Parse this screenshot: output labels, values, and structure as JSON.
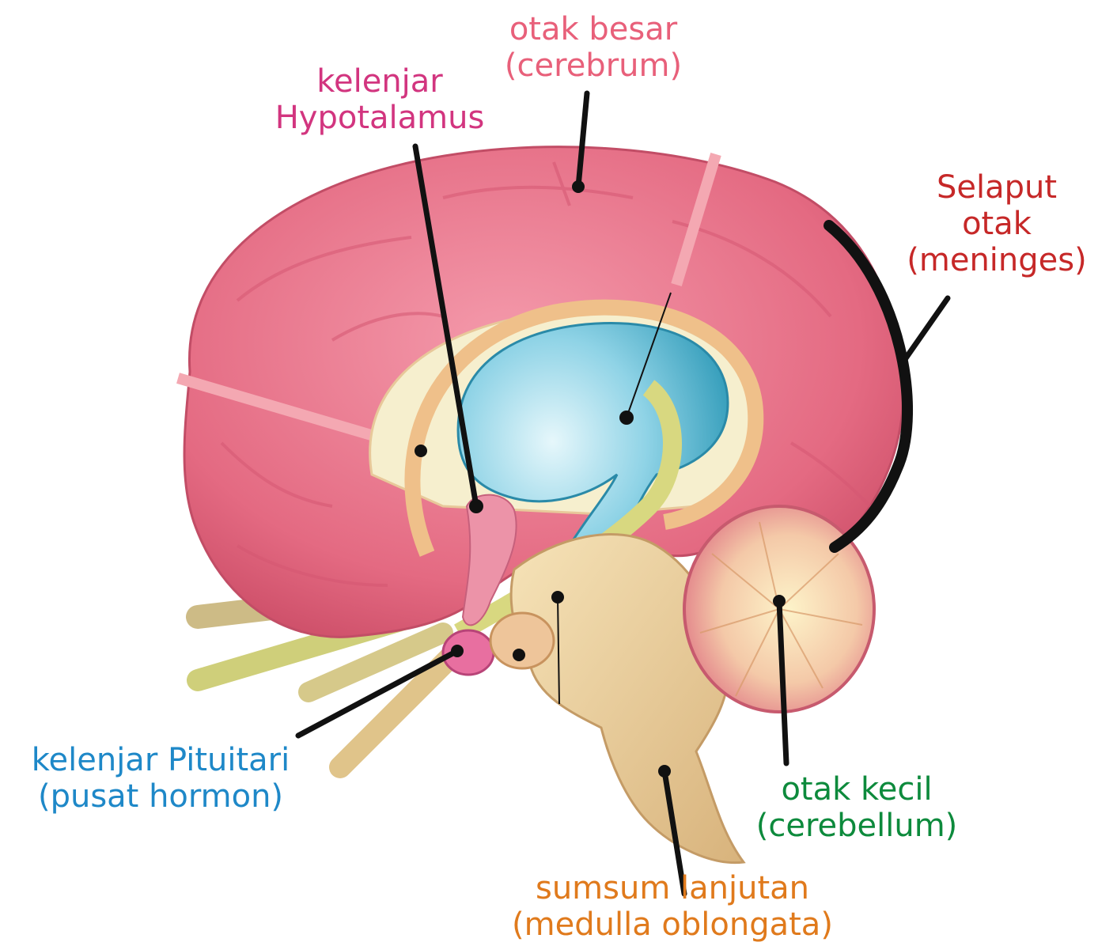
{
  "colors": {
    "cerebrum": "#e8607a",
    "hypothalamus": "#d2357f",
    "meninges": "#c62828",
    "pituitary": "#1e88c8",
    "cerebellum": "#0d8a3c",
    "medulla": "#e07a1c",
    "leader": "#111111"
  },
  "labels": {
    "cerebrum": {
      "line1": "otak besar",
      "line2": "(cerebrum)",
      "icon": "cerebrum-label"
    },
    "hypothalamus": {
      "line1": "kelenjar",
      "line2": "Hypotalamus"
    },
    "meninges": {
      "line1": "Selaput",
      "line2": "otak",
      "line3": "(meninges)"
    },
    "pituitary": {
      "line1": "kelenjar Pituitari",
      "line2": "(pusat hormon)"
    },
    "cerebellum": {
      "line1": "otak kecil",
      "line2": "(cerebellum)"
    },
    "medulla": {
      "line1": "sumsum lanjutan",
      "line2": "(medulla oblongata)"
    }
  }
}
